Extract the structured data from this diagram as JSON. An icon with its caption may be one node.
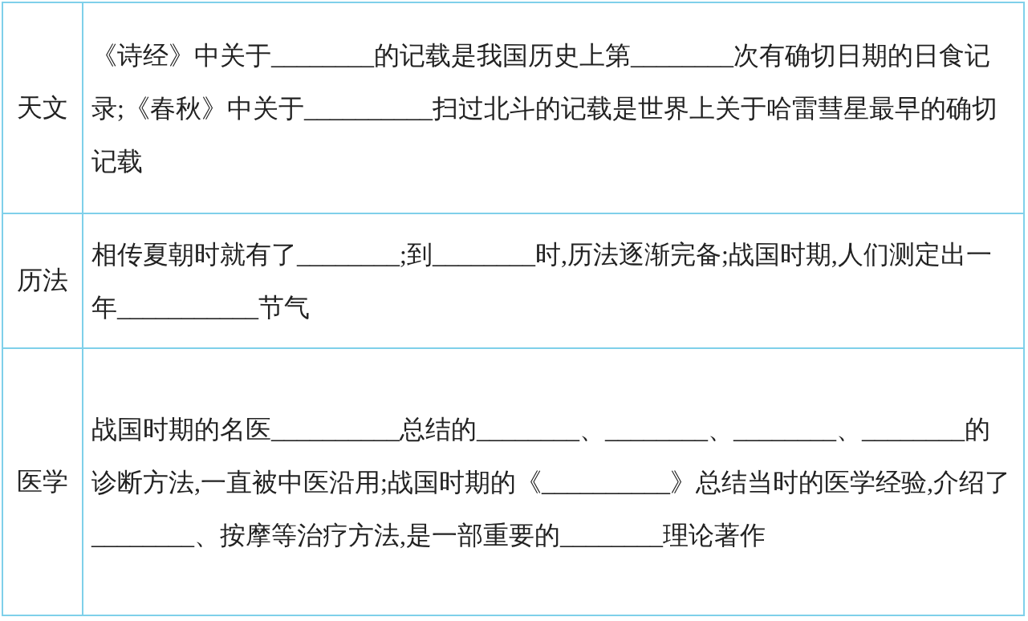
{
  "diagram": {
    "labels": [
      "天文",
      "《诗经》中关于________的记载是我国历史上第________次有确切日期的日食记录;《春秋》中关于__________扫过北斗的记载是世界上关于哈雷彗星最早的确切记载",
      "历法",
      "相传夏朝时就有了________;到________时,历法逐渐完备;战国时期,人们测定出一年___________节气",
      "医学",
      "战国时期的名医__________总结的________、________、________、________的诊断方法,一直被中医沿用;战国时期的《__________》总结当时的医学经验,介绍了________、按摩等治疗方法,是一部重要的________理论著作"
    ]
  }
}
